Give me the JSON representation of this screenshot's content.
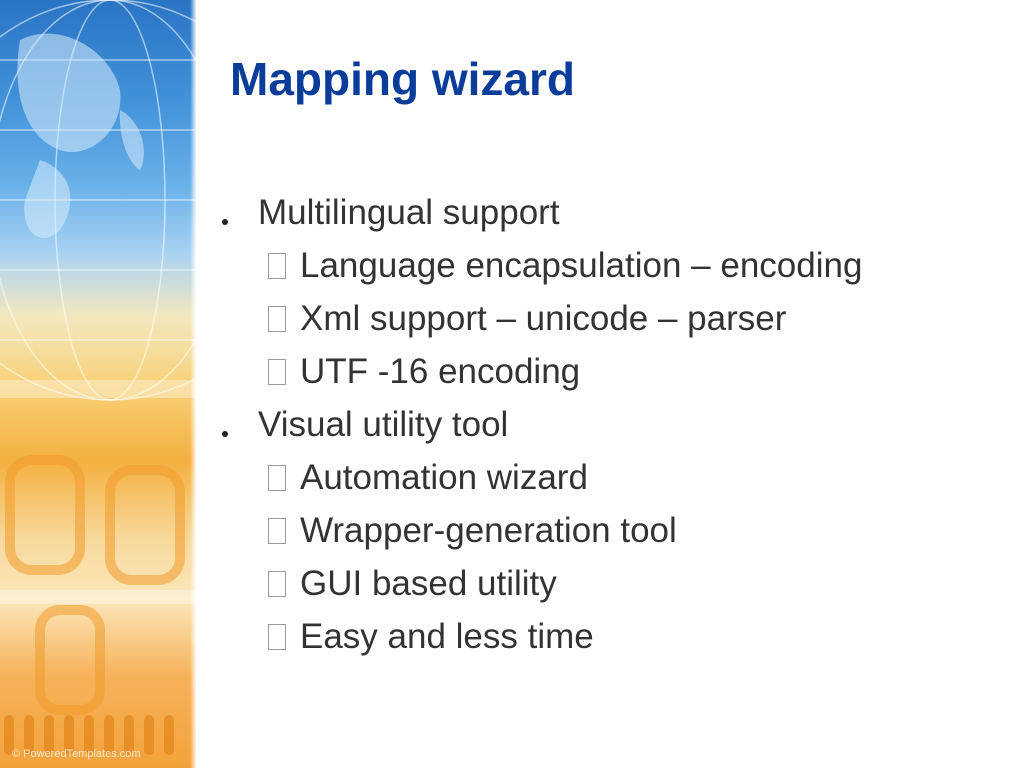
{
  "slide": {
    "title": "Mapping wizard",
    "watermark": "© PoweredTemplates.com",
    "bullets": [
      {
        "label": "Multilingual support",
        "subitems": [
          "Language encapsulation – encoding",
          "Xml support – unicode – parser",
          "UTF -16 encoding"
        ]
      },
      {
        "label": "Visual utility tool",
        "subitems": [
          "Automation wizard",
          "Wrapper-generation tool",
          "GUI based utility",
          "Easy and less time"
        ]
      }
    ]
  },
  "colors": {
    "title": "#0a3d9a",
    "body_text": "#333333",
    "background": "#ffffff"
  },
  "icons": {
    "bullet": "bullet-dot-icon",
    "sub_bullet": "missing-glyph-box-icon"
  }
}
